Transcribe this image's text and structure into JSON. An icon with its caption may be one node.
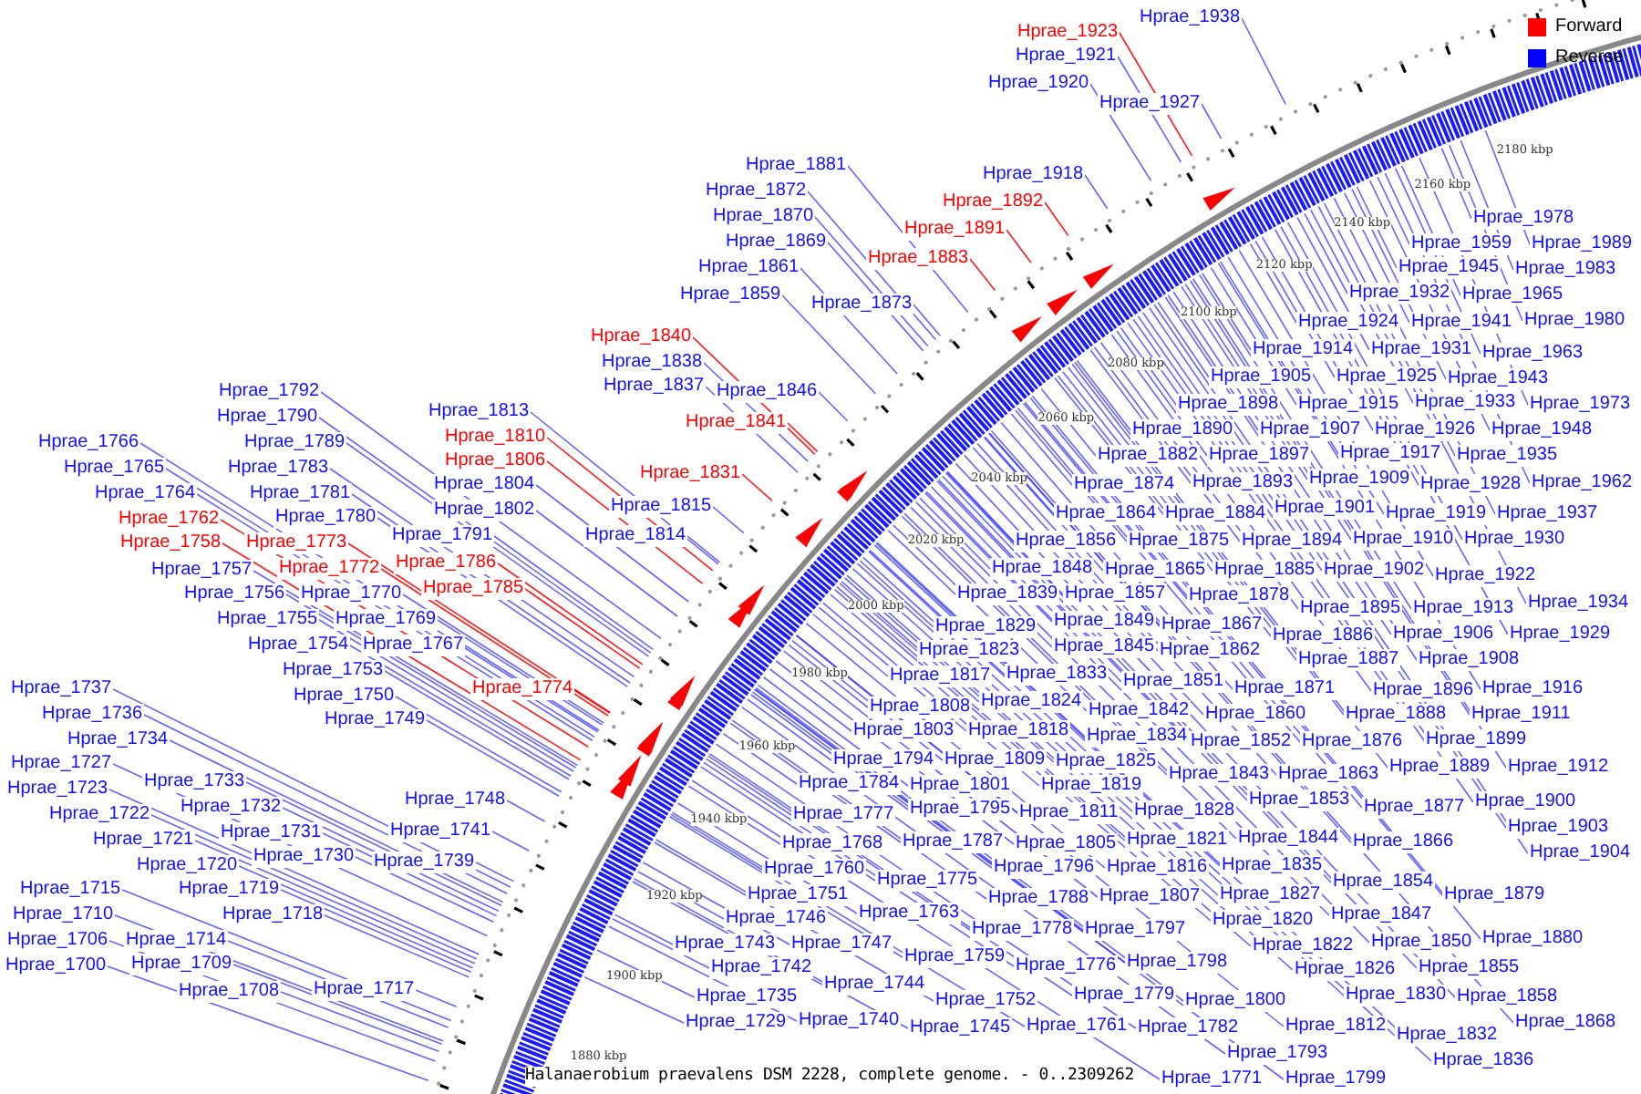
{
  "diagram": {
    "caption": "Halanaerobium praevalens DSM 2228, complete genome. - 0..2309262",
    "nodes": [
      {
        "text": [
          "Hprae_1923"
        ]
      },
      {
        "text": [
          "Hprae_1938"
        ]
      },
      {
        "text": [
          "Hprae_1921"
        ]
      },
      {
        "text": [
          "Hprae_1920"
        ]
      },
      {
        "text": [
          "Hprae_1927"
        ]
      },
      {
        "text": [
          "Hprae_1918"
        ]
      },
      {
        "text": [
          "Hprae_1881"
        ]
      },
      {
        "text": [
          "Hprae_1872"
        ]
      },
      {
        "text": [
          "Hprae_1892"
        ]
      },
      {
        "text": [
          "Hprae_1870"
        ]
      },
      {
        "text": [
          "Hprae_1891"
        ]
      },
      {
        "text": [
          "Hprae_1869"
        ]
      },
      {
        "text": [
          "Hprae_1883"
        ]
      },
      {
        "text": [
          "Hprae_1861"
        ]
      },
      {
        "text": [
          "Hprae_1859"
        ]
      },
      {
        "text": [
          "Hprae_1873"
        ]
      },
      {
        "text": [
          "Hprae_1840"
        ]
      },
      {
        "text": [
          "Hprae_1838"
        ]
      },
      {
        "text": [
          "Hprae_1837"
        ]
      },
      {
        "text": [
          "Hprae_1846"
        ]
      },
      {
        "text": [
          "Hprae_1841"
        ]
      },
      {
        "text": [
          "Hprae_1831"
        ]
      },
      {
        "text": [
          "Hprae_1815"
        ]
      },
      {
        "text": [
          "Hprae_1814"
        ]
      },
      {
        "text": [
          "Hprae_1792"
        ]
      },
      {
        "text": [
          "Hprae_1813"
        ]
      },
      {
        "text": [
          "Hprae_1790"
        ]
      },
      {
        "text": [
          "Hprae_1810"
        ]
      },
      {
        "text": [
          "Hprae_1789"
        ]
      },
      {
        "text": [
          "Hprae_1766"
        ]
      },
      {
        "text": [
          "Hprae_1806"
        ]
      },
      {
        "text": [
          "Hprae_1783"
        ]
      },
      {
        "text": [
          "Hprae_1765"
        ]
      },
      {
        "text": [
          "Hprae_1804"
        ]
      },
      {
        "text": [
          "Hprae_1781"
        ]
      },
      {
        "text": [
          "Hprae_1764"
        ]
      },
      {
        "text": [
          "Hprae_1802"
        ]
      },
      {
        "text": [
          "Hprae_1780"
        ]
      },
      {
        "text": [
          "Hprae_1762"
        ]
      },
      {
        "text": [
          "Hprae_1791"
        ]
      },
      {
        "text": [
          "Hprae_1758"
        ]
      },
      {
        "text": [
          "Hprae_1773"
        ]
      },
      {
        "text": [
          "Hprae_1786"
        ]
      },
      {
        "text": [
          "Hprae_1757"
        ]
      },
      {
        "text": [
          "Hprae_1772"
        ]
      },
      {
        "text": [
          "Hprae_1770"
        ]
      },
      {
        "text": [
          "Hprae_1756"
        ]
      },
      {
        "text": [
          "Hprae_1785"
        ]
      },
      {
        "text": [
          "Hprae_1755"
        ]
      },
      {
        "text": [
          "Hprae_1769"
        ]
      },
      {
        "text": [
          "Hprae_1754"
        ]
      },
      {
        "text": [
          "Hprae_1767"
        ]
      },
      {
        "text": [
          "Hprae_1753"
        ]
      },
      {
        "text": [
          "Hprae_1774"
        ]
      },
      {
        "text": [
          "Hprae_1750"
        ]
      },
      {
        "text": [
          "Hprae_1737"
        ]
      },
      {
        "text": [
          "Hprae_1736"
        ]
      },
      {
        "text": [
          "Hprae_1749"
        ]
      },
      {
        "text": [
          "Hprae_1734"
        ]
      },
      {
        "text": [
          "Hprae_1727"
        ]
      },
      {
        "text": [
          "Hprae_1733"
        ]
      },
      {
        "text": [
          "Hprae_1723"
        ]
      },
      {
        "text": [
          "Hprae_1748"
        ]
      },
      {
        "text": [
          "Hprae_1732"
        ]
      },
      {
        "text": [
          "Hprae_1722"
        ]
      },
      {
        "text": [
          "Hprae_1741"
        ]
      },
      {
        "text": [
          "Hprae_1731"
        ]
      },
      {
        "text": [
          "Hprae_1721"
        ]
      },
      {
        "text": [
          "Hprae_1730"
        ]
      },
      {
        "text": [
          "Hprae_1739"
        ]
      },
      {
        "text": [
          "Hprae_1720"
        ]
      },
      {
        "text": [
          "Hprae_1719"
        ]
      },
      {
        "text": [
          "Hprae_1715"
        ]
      },
      {
        "text": [
          "Hprae_1718"
        ]
      },
      {
        "text": [
          "Hprae_1710"
        ]
      },
      {
        "text": [
          "Hprae_1706"
        ]
      },
      {
        "text": [
          "Hprae_1714"
        ]
      },
      {
        "text": [
          "Hprae_1709"
        ]
      },
      {
        "text": [
          "Hprae_1700"
        ]
      },
      {
        "text": [
          "Hprae_1708"
        ]
      },
      {
        "text": [
          "Hprae_1717"
        ]
      },
      {
        "text": [
          "Hprae_1978"
        ]
      },
      {
        "text": [
          "Hprae_1959"
        ]
      },
      {
        "text": [
          "Hprae_1989"
        ]
      },
      {
        "text": [
          "Hprae_1945"
        ]
      },
      {
        "text": [
          "Hprae_1983"
        ]
      },
      {
        "text": [
          "Hprae_1932"
        ]
      },
      {
        "text": [
          "Hprae_1965"
        ]
      },
      {
        "text": [
          "Hprae_1924"
        ]
      },
      {
        "text": [
          "Hprae_1941"
        ]
      },
      {
        "text": [
          "Hprae_1980"
        ]
      },
      {
        "text": [
          "Hprae_1914"
        ]
      },
      {
        "text": [
          "Hprae_1931"
        ]
      },
      {
        "text": [
          "Hprae_1963"
        ]
      },
      {
        "text": [
          "Hprae_1905"
        ]
      },
      {
        "text": [
          "Hprae_1925"
        ]
      },
      {
        "text": [
          "Hprae_1943"
        ]
      },
      {
        "text": [
          "Hprae_1898"
        ]
      },
      {
        "text": [
          "Hprae_1915"
        ]
      },
      {
        "text": [
          "Hprae_1933"
        ]
      },
      {
        "text": [
          "Hprae_1973"
        ]
      },
      {
        "text": [
          "Hprae_1890"
        ]
      },
      {
        "text": [
          "Hprae_1907"
        ]
      },
      {
        "text": [
          "Hprae_1926"
        ]
      },
      {
        "text": [
          "Hprae_1948"
        ]
      },
      {
        "text": [
          "Hprae_1882"
        ]
      },
      {
        "text": [
          "Hprae_1897"
        ]
      },
      {
        "text": [
          "Hprae_1917"
        ]
      },
      {
        "text": [
          "Hprae_1935"
        ]
      },
      {
        "text": [
          "Hprae_1874"
        ]
      },
      {
        "text": [
          "Hprae_1893"
        ]
      },
      {
        "text": [
          "Hprae_1909"
        ]
      },
      {
        "text": [
          "Hprae_1928"
        ]
      },
      {
        "text": [
          "Hprae_1962"
        ]
      },
      {
        "text": [
          "Hprae_1864"
        ]
      },
      {
        "text": [
          "Hprae_1884"
        ]
      },
      {
        "text": [
          "Hprae_1901"
        ]
      },
      {
        "text": [
          "Hprae_1919"
        ]
      },
      {
        "text": [
          "Hprae_1937"
        ]
      },
      {
        "text": [
          "Hprae_1856"
        ]
      },
      {
        "text": [
          "Hprae_1875"
        ]
      },
      {
        "text": [
          "Hprae_1894"
        ]
      },
      {
        "text": [
          "Hprae_1910"
        ]
      },
      {
        "text": [
          "Hprae_1930"
        ]
      },
      {
        "text": [
          "Hprae_1848"
        ]
      },
      {
        "text": [
          "Hprae_1865"
        ]
      },
      {
        "text": [
          "Hprae_1885"
        ]
      },
      {
        "text": [
          "Hprae_1902"
        ]
      },
      {
        "text": [
          "Hprae_1922"
        ]
      },
      {
        "text": [
          "Hprae_1839"
        ]
      },
      {
        "text": [
          "Hprae_1857"
        ]
      },
      {
        "text": [
          "Hprae_1878"
        ]
      },
      {
        "text": [
          "Hprae_1895"
        ]
      },
      {
        "text": [
          "Hprae_1913"
        ]
      },
      {
        "text": [
          "Hprae_1934"
        ]
      },
      {
        "text": [
          "Hprae_1829"
        ]
      },
      {
        "text": [
          "Hprae_1849"
        ]
      },
      {
        "text": [
          "Hprae_1867"
        ]
      },
      {
        "text": [
          "Hprae_1886"
        ]
      },
      {
        "text": [
          "Hprae_1906"
        ]
      },
      {
        "text": [
          "Hprae_1929"
        ]
      },
      {
        "text": [
          "Hprae_1823"
        ]
      },
      {
        "text": [
          "Hprae_1845"
        ]
      },
      {
        "text": [
          "Hprae_1862"
        ]
      },
      {
        "text": [
          "Hprae_1887"
        ]
      },
      {
        "text": [
          "Hprae_1908"
        ]
      },
      {
        "text": [
          "Hprae_1817"
        ]
      },
      {
        "text": [
          "Hprae_1833"
        ]
      },
      {
        "text": [
          "Hprae_1851"
        ]
      },
      {
        "text": [
          "Hprae_1871"
        ]
      },
      {
        "text": [
          "Hprae_1896"
        ]
      },
      {
        "text": [
          "Hprae_1916"
        ]
      },
      {
        "text": [
          "Hprae_1808"
        ]
      },
      {
        "text": [
          "Hprae_1824"
        ]
      },
      {
        "text": [
          "Hprae_1842"
        ]
      },
      {
        "text": [
          "Hprae_1860"
        ]
      },
      {
        "text": [
          "Hprae_1888"
        ]
      },
      {
        "text": [
          "Hprae_1911"
        ]
      },
      {
        "text": [
          "Hprae_1803"
        ]
      },
      {
        "text": [
          "Hprae_1818"
        ]
      },
      {
        "text": [
          "Hprae_1834"
        ]
      },
      {
        "text": [
          "Hprae_1852"
        ]
      },
      {
        "text": [
          "Hprae_1876"
        ]
      },
      {
        "text": [
          "Hprae_1899"
        ]
      },
      {
        "text": [
          "Hprae_1794"
        ]
      },
      {
        "text": [
          "Hprae_1809"
        ]
      },
      {
        "text": [
          "Hprae_1825"
        ]
      },
      {
        "text": [
          "Hprae_1843"
        ]
      },
      {
        "text": [
          "Hprae_1863"
        ]
      },
      {
        "text": [
          "Hprae_1889"
        ]
      },
      {
        "text": [
          "Hprae_1912"
        ]
      },
      {
        "text": [
          "Hprae_1784"
        ]
      },
      {
        "text": [
          "Hprae_1801"
        ]
      },
      {
        "text": [
          "Hprae_1819"
        ]
      },
      {
        "text": [
          "Hprae_1853"
        ]
      },
      {
        "text": [
          "Hprae_1877"
        ]
      },
      {
        "text": [
          "Hprae_1900"
        ]
      },
      {
        "text": [
          "Hprae_1777"
        ]
      },
      {
        "text": [
          "Hprae_1795"
        ]
      },
      {
        "text": [
          "Hprae_1811"
        ]
      },
      {
        "text": [
          "Hprae_1828"
        ]
      },
      {
        "text": [
          "Hprae_1903"
        ]
      },
      {
        "text": [
          "Hprae_1768"
        ]
      },
      {
        "text": [
          "Hprae_1787"
        ]
      },
      {
        "text": [
          "Hprae_1805"
        ]
      },
      {
        "text": [
          "Hprae_1821"
        ]
      },
      {
        "text": [
          "Hprae_1844"
        ]
      },
      {
        "text": [
          "Hprae_1866"
        ]
      },
      {
        "text": [
          "Hprae_1904"
        ]
      },
      {
        "text": [
          "Hprae_1760"
        ]
      },
      {
        "text": [
          "Hprae_1775"
        ]
      },
      {
        "text": [
          "Hprae_1796"
        ]
      },
      {
        "text": [
          "Hprae_1816"
        ]
      },
      {
        "text": [
          "Hprae_1835"
        ]
      },
      {
        "text": [
          "Hprae_1854"
        ]
      },
      {
        "text": [
          "Hprae_1879"
        ]
      },
      {
        "text": [
          "Hprae_1751"
        ]
      },
      {
        "text": [
          "Hprae_1788"
        ]
      },
      {
        "text": [
          "Hprae_1807"
        ]
      },
      {
        "text": [
          "Hprae_1827"
        ]
      },
      {
        "text": [
          "Hprae_1746"
        ]
      },
      {
        "text": [
          "Hprae_1763"
        ]
      },
      {
        "text": [
          "Hprae_1778"
        ]
      },
      {
        "text": [
          "Hprae_1797"
        ]
      },
      {
        "text": [
          "Hprae_1820"
        ]
      },
      {
        "text": [
          "Hprae_1847"
        ]
      },
      {
        "text": [
          "Hprae_1880"
        ]
      },
      {
        "text": [
          "Hprae_1743"
        ]
      },
      {
        "text": [
          "Hprae_1747"
        ]
      },
      {
        "text": [
          "Hprae_1759"
        ]
      },
      {
        "text": [
          "Hprae_1776"
        ]
      },
      {
        "text": [
          "Hprae_1798"
        ]
      },
      {
        "text": [
          "Hprae_1822"
        ]
      },
      {
        "text": [
          "Hprae_1850"
        ]
      },
      {
        "text": [
          "Hprae_1742"
        ]
      },
      {
        "text": [
          "Hprae_1826"
        ]
      },
      {
        "text": [
          "Hprae_1855"
        ]
      },
      {
        "text": [
          "Hprae_1735"
        ]
      },
      {
        "text": [
          "Hprae_1744"
        ]
      },
      {
        "text": [
          "Hprae_1752"
        ]
      },
      {
        "text": [
          "Hprae_1779"
        ]
      },
      {
        "text": [
          "Hprae_1800"
        ]
      },
      {
        "text": [
          "Hprae_1830"
        ]
      },
      {
        "text": [
          "Hprae_1858"
        ]
      },
      {
        "text": [
          "Hprae_1729"
        ]
      },
      {
        "text": [
          "Hprae_1740"
        ]
      },
      {
        "text": [
          "Hprae_1745"
        ]
      },
      {
        "text": [
          "Hprae_1761"
        ]
      },
      {
        "text": [
          "Hprae_1782"
        ]
      },
      {
        "text": [
          "Hprae_1812"
        ]
      },
      {
        "text": [
          "Hprae_1832"
        ]
      },
      {
        "text": [
          "Hprae_1868"
        ]
      },
      {
        "text": [
          "Hprae_1793"
        ]
      },
      {
        "text": [
          "Hprae_1836"
        ]
      },
      {
        "text": [
          "Hprae_1771"
        ]
      },
      {
        "text": [
          "Hprae_1799"
        ]
      }
    ],
    "edges": [
      {
        "from": 0,
        "to": null,
        "arrow": "none",
        "color": "#ff0000"
      },
      {
        "from": 1,
        "to": null,
        "arrow": "none"
      },
      {
        "from": 2,
        "to": null,
        "arrow": "none"
      },
      {
        "from": 3,
        "to": null,
        "arrow": "none"
      },
      {
        "from": 4,
        "to": null,
        "arrow": "none"
      },
      {
        "from": 5,
        "to": null,
        "arrow": "none"
      },
      {
        "from": 6,
        "to": null,
        "arrow": "none"
      },
      {
        "from": 7,
        "to": null,
        "arrow": "none"
      },
      {
        "from": 8,
        "to": null,
        "arrow": "none",
        "color": "#ff0000"
      },
      {
        "from": 9,
        "to": null,
        "arrow": "none"
      },
      {
        "from": 10,
        "to": null,
        "arrow": "none",
        "color": "#ff0000"
      },
      {
        "from": 11,
        "to": null,
        "arrow": "none"
      },
      {
        "from": 12,
        "to": null,
        "arrow": "none",
        "color": "#ff0000"
      },
      {
        "from": 13,
        "to": null,
        "arrow": "none"
      },
      {
        "from": 14,
        "to": null,
        "arrow": "none"
      },
      {
        "from": 15,
        "to": null,
        "arrow": "none"
      },
      {
        "from": 16,
        "to": null,
        "arrow": "none",
        "color": "#ff0000"
      },
      {
        "from": 17,
        "to": null,
        "arrow": "none"
      },
      {
        "from": 18,
        "to": null,
        "arrow": "none"
      },
      {
        "from": 19,
        "to": null,
        "arrow": "none"
      },
      {
        "from": 20,
        "to": null,
        "arrow": "none",
        "color": "#ff0000"
      },
      {
        "from": 21,
        "to": null,
        "arrow": "none",
        "color": "#ff0000"
      },
      {
        "from": 22,
        "to": null,
        "arrow": "none"
      },
      {
        "from": 23,
        "to": null,
        "arrow": "none"
      },
      {
        "from": 24,
        "to": null,
        "arrow": "none"
      },
      {
        "from": 25,
        "to": null,
        "arrow": "none"
      },
      {
        "from": 26,
        "to": null,
        "arrow": "none"
      },
      {
        "from": 27,
        "to": null,
        "arrow": "none",
        "color": "#ff0000"
      },
      {
        "from": 28,
        "to": null,
        "arrow": "none"
      },
      {
        "from": 29,
        "to": null,
        "arrow": "none"
      },
      {
        "from": 30,
        "to": null,
        "arrow": "none",
        "color": "#ff0000"
      },
      {
        "from": 31,
        "to": null,
        "arrow": "none"
      },
      {
        "from": 32,
        "to": null,
        "arrow": "none"
      },
      {
        "from": 33,
        "to": null,
        "arrow": "none"
      },
      {
        "from": 34,
        "to": null,
        "arrow": "none"
      },
      {
        "from": 35,
        "to": null,
        "arrow": "none"
      },
      {
        "from": 36,
        "to": null,
        "arrow": "none"
      },
      {
        "from": 37,
        "to": null,
        "arrow": "none"
      },
      {
        "from": 38,
        "to": null,
        "arrow": "none",
        "color": "#ff0000"
      },
      {
        "from": 39,
        "to": null,
        "arrow": "none"
      },
      {
        "from": 40,
        "to": null,
        "arrow": "none",
        "color": "#ff0000"
      },
      {
        "from": 41,
        "to": null,
        "arrow": "none",
        "color": "#ff0000"
      },
      {
        "from": 42,
        "to": null,
        "arrow": "none",
        "color": "#ff0000"
      },
      {
        "from": 43,
        "to": null,
        "arrow": "none"
      },
      {
        "from": 44,
        "to": null,
        "arrow": "none",
        "color": "#ff0000"
      },
      {
        "from": 45,
        "to": null,
        "arrow": "none"
      },
      {
        "from": 46,
        "to": null,
        "arrow": "none"
      },
      {
        "from": 47,
        "to": null,
        "arrow": "none",
        "color": "#ff0000"
      },
      {
        "from": 48,
        "to": null,
        "arrow": "none"
      },
      {
        "from": 49,
        "to": null,
        "arrow": "none"
      },
      {
        "from": 50,
        "to": null,
        "arrow": "none"
      },
      {
        "from": 51,
        "to": null,
        "arrow": "none"
      },
      {
        "from": 52,
        "to": null,
        "arrow": "none"
      },
      {
        "from": 53,
        "to": null,
        "arrow": "none",
        "color": "#ff0000"
      },
      {
        "from": 54,
        "to": null,
        "arrow": "none"
      },
      {
        "from": 55,
        "to": null,
        "arrow": "none"
      },
      {
        "from": 56,
        "to": null,
        "arrow": "none"
      },
      {
        "from": 57,
        "to": null,
        "arrow": "none"
      },
      {
        "from": 58,
        "to": null,
        "arrow": "none"
      },
      {
        "from": 59,
        "to": null,
        "arrow": "none"
      },
      {
        "from": 60,
        "to": null,
        "arrow": "none"
      },
      {
        "from": 61,
        "to": null,
        "arrow": "none"
      },
      {
        "from": 62,
        "to": null,
        "arrow": "none"
      },
      {
        "from": 63,
        "to": null,
        "arrow": "none"
      },
      {
        "from": 64,
        "to": null,
        "arrow": "none"
      },
      {
        "from": 65,
        "to": null,
        "arrow": "none"
      },
      {
        "from": 66,
        "to": null,
        "arrow": "none"
      },
      {
        "from": 67,
        "to": null,
        "arrow": "none"
      },
      {
        "from": 68,
        "to": null,
        "arrow": "none"
      },
      {
        "from": 69,
        "to": null,
        "arrow": "none"
      },
      {
        "from": 70,
        "to": null,
        "arrow": "none"
      },
      {
        "from": 71,
        "to": null,
        "arrow": "none"
      },
      {
        "from": 72,
        "to": null,
        "arrow": "none"
      },
      {
        "from": 73,
        "to": null,
        "arrow": "none"
      },
      {
        "from": 74,
        "to": null,
        "arrow": "none"
      },
      {
        "from": 75,
        "to": null,
        "arrow": "none"
      },
      {
        "from": 76,
        "to": null,
        "arrow": "none"
      },
      {
        "from": 77,
        "to": null,
        "arrow": "none"
      },
      {
        "from": 78,
        "to": null,
        "arrow": "none"
      },
      {
        "from": 79,
        "to": null,
        "arrow": "none"
      },
      {
        "from": 80,
        "to": null,
        "arrow": "none"
      },
      {
        "from": 81,
        "to": null,
        "arrow": "none"
      },
      {
        "from": 82,
        "to": null,
        "arrow": "none"
      },
      {
        "from": 83,
        "to": null,
        "arrow": "none"
      },
      {
        "from": 84,
        "to": null,
        "arrow": "none"
      },
      {
        "from": 85,
        "to": null,
        "arrow": "none"
      },
      {
        "from": 86,
        "to": null,
        "arrow": "none"
      },
      {
        "from": 87,
        "to": null,
        "arrow": "none"
      },
      {
        "from": 88,
        "to": null,
        "arrow": "none"
      },
      {
        "from": 89,
        "to": null,
        "arrow": "none"
      },
      {
        "from": 90,
        "to": null,
        "arrow": "none"
      },
      {
        "from": 91,
        "to": null,
        "arrow": "none"
      },
      {
        "from": 92,
        "to": null,
        "arrow": "none"
      },
      {
        "from": 93,
        "to": null,
        "arrow": "none"
      },
      {
        "from": 94,
        "to": null,
        "arrow": "none"
      },
      {
        "from": 95,
        "to": null,
        "arrow": "none"
      },
      {
        "from": 96,
        "to": null,
        "arrow": "none"
      },
      {
        "from": 97,
        "to": null,
        "arrow": "none"
      },
      {
        "from": 98,
        "to": null,
        "arrow": "none"
      },
      {
        "from": 99,
        "to": null,
        "arrow": "none"
      },
      {
        "from": 100,
        "to": null,
        "arrow": "none"
      },
      {
        "from": 101,
        "to": null,
        "arrow": "none"
      },
      {
        "from": 102,
        "to": null,
        "arrow": "none"
      },
      {
        "from": 103,
        "to": null,
        "arrow": "none"
      },
      {
        "from": 104,
        "to": null,
        "arrow": "none"
      },
      {
        "from": 105,
        "to": null,
        "arrow": "none"
      },
      {
        "from": 106,
        "to": null,
        "arrow": "none"
      },
      {
        "from": 107,
        "to": null,
        "arrow": "none"
      },
      {
        "from": 108,
        "to": null,
        "arrow": "none"
      },
      {
        "from": 109,
        "to": null,
        "arrow": "none"
      },
      {
        "from": 110,
        "to": null,
        "arrow": "none"
      },
      {
        "from": 111,
        "to": null,
        "arrow": "none"
      },
      {
        "from": 112,
        "to": null,
        "arrow": "none"
      },
      {
        "from": 113,
        "to": null,
        "arrow": "none"
      },
      {
        "from": 114,
        "to": null,
        "arrow": "none"
      },
      {
        "from": 115,
        "to": null,
        "arrow": "none"
      },
      {
        "from": 116,
        "to": null,
        "arrow": "none"
      },
      {
        "from": 117,
        "to": null,
        "arrow": "none"
      },
      {
        "from": 118,
        "to": null,
        "arrow": "none"
      },
      {
        "from": 119,
        "to": null,
        "arrow": "none"
      },
      {
        "from": 120,
        "to": null,
        "arrow": "none"
      },
      {
        "from": 121,
        "to": null,
        "arrow": "none"
      },
      {
        "from": 122,
        "to": null,
        "arrow": "none"
      },
      {
        "from": 123,
        "to": null,
        "arrow": "none"
      },
      {
        "from": 124,
        "to": null,
        "arrow": "none"
      },
      {
        "from": 125,
        "to": null,
        "arrow": "none"
      },
      {
        "from": 126,
        "to": null,
        "arrow": "none"
      },
      {
        "from": 127,
        "to": null,
        "arrow": "none"
      },
      {
        "from": 128,
        "to": null,
        "arrow": "none"
      },
      {
        "from": 129,
        "to": null,
        "arrow": "none"
      },
      {
        "from": 130,
        "to": null,
        "arrow": "none"
      },
      {
        "from": 131,
        "to": null,
        "arrow": "none"
      },
      {
        "from": 132,
        "to": null,
        "arrow": "none"
      },
      {
        "from": 133,
        "to": null,
        "arrow": "none"
      },
      {
        "from": 134,
        "to": null,
        "arrow": "none"
      },
      {
        "from": 135,
        "to": null,
        "arrow": "none"
      },
      {
        "from": 136,
        "to": null,
        "arrow": "none"
      },
      {
        "from": 137,
        "to": null,
        "arrow": "none"
      },
      {
        "from": 138,
        "to": null,
        "arrow": "none"
      },
      {
        "from": 139,
        "to": null,
        "arrow": "none"
      },
      {
        "from": 140,
        "to": null,
        "arrow": "none"
      },
      {
        "from": 141,
        "to": null,
        "arrow": "none"
      },
      {
        "from": 142,
        "to": null,
        "arrow": "none"
      },
      {
        "from": 143,
        "to": null,
        "arrow": "none"
      },
      {
        "from": 144,
        "to": null,
        "arrow": "none"
      },
      {
        "from": 145,
        "to": null,
        "arrow": "none"
      },
      {
        "from": 146,
        "to": null,
        "arrow": "none"
      },
      {
        "from": 147,
        "to": null,
        "arrow": "none"
      },
      {
        "from": 148,
        "to": null,
        "arrow": "none"
      },
      {
        "from": 149,
        "to": null,
        "arrow": "none"
      },
      {
        "from": 150,
        "to": null,
        "arrow": "none"
      },
      {
        "from": 151,
        "to": null,
        "arrow": "none"
      },
      {
        "from": 152,
        "to": null,
        "arrow": "none"
      },
      {
        "from": 153,
        "to": null,
        "arrow": "none"
      },
      {
        "from": 154,
        "to": null,
        "arrow": "none"
      },
      {
        "from": 155,
        "to": null,
        "arrow": "none"
      },
      {
        "from": 156,
        "to": null,
        "arrow": "none"
      },
      {
        "from": 157,
        "to": null,
        "arrow": "none"
      },
      {
        "from": 158,
        "to": null,
        "arrow": "none"
      },
      {
        "from": 159,
        "to": null,
        "arrow": "none"
      },
      {
        "from": 160,
        "to": null,
        "arrow": "none"
      },
      {
        "from": 161,
        "to": null,
        "arrow": "none"
      },
      {
        "from": 162,
        "to": null,
        "arrow": "none"
      },
      {
        "from": 163,
        "to": null,
        "arrow": "none"
      },
      {
        "from": 164,
        "to": null,
        "arrow": "none"
      },
      {
        "from": 165,
        "to": null,
        "arrow": "none"
      },
      {
        "from": 166,
        "to": null,
        "arrow": "none"
      },
      {
        "from": 167,
        "to": null,
        "arrow": "none"
      },
      {
        "from": 168,
        "to": null,
        "arrow": "none"
      },
      {
        "from": 169,
        "to": null,
        "arrow": "none"
      },
      {
        "from": 170,
        "to": null,
        "arrow": "none"
      },
      {
        "from": 171,
        "to": null,
        "arrow": "none"
      },
      {
        "from": 172,
        "to": null,
        "arrow": "none"
      },
      {
        "from": 173,
        "to": null,
        "arrow": "none"
      },
      {
        "from": 174,
        "to": null,
        "arrow": "none"
      },
      {
        "from": 175,
        "to": null,
        "arrow": "none"
      },
      {
        "from": 176,
        "to": null,
        "arrow": "none"
      },
      {
        "from": 177,
        "to": null,
        "arrow": "none"
      },
      {
        "from": 178,
        "to": null,
        "arrow": "none"
      },
      {
        "from": 179,
        "to": null,
        "arrow": "none"
      },
      {
        "from": 180,
        "to": null,
        "arrow": "none"
      },
      {
        "from": 181,
        "to": null,
        "arrow": "none"
      },
      {
        "from": 182,
        "to": null,
        "arrow": "none"
      },
      {
        "from": 183,
        "to": null,
        "arrow": "none"
      },
      {
        "from": 184,
        "to": null,
        "arrow": "none"
      },
      {
        "from": 185,
        "to": null,
        "arrow": "none"
      },
      {
        "from": 186,
        "to": null,
        "arrow": "none"
      },
      {
        "from": 187,
        "to": null,
        "arrow": "none"
      },
      {
        "from": 188,
        "to": null,
        "arrow": "none"
      },
      {
        "from": 189,
        "to": null,
        "arrow": "none"
      },
      {
        "from": 190,
        "to": null,
        "arrow": "none"
      },
      {
        "from": 191,
        "to": null,
        "arrow": "none"
      },
      {
        "from": 192,
        "to": null,
        "arrow": "none"
      },
      {
        "from": 193,
        "to": null,
        "arrow": "none"
      },
      {
        "from": 194,
        "to": null,
        "arrow": "none"
      },
      {
        "from": 195,
        "to": null,
        "arrow": "none"
      },
      {
        "from": 196,
        "to": null,
        "arrow": "none"
      },
      {
        "from": 197,
        "to": null,
        "arrow": "none"
      },
      {
        "from": 198,
        "to": null,
        "arrow": "none"
      },
      {
        "from": 199,
        "to": null,
        "arrow": "none"
      },
      {
        "from": 200,
        "to": null,
        "arrow": "none"
      },
      {
        "from": 201,
        "to": null,
        "arrow": "none"
      },
      {
        "from": 202,
        "to": null,
        "arrow": "none"
      },
      {
        "from": 203,
        "to": null,
        "arrow": "none"
      },
      {
        "from": 204,
        "to": null,
        "arrow": "none"
      },
      {
        "from": 205,
        "to": null,
        "arrow": "none"
      },
      {
        "from": 206,
        "to": null,
        "arrow": "none"
      },
      {
        "from": 207,
        "to": null,
        "arrow": "none"
      },
      {
        "from": 208,
        "to": null,
        "arrow": "none"
      },
      {
        "from": 209,
        "to": null,
        "arrow": "none"
      },
      {
        "from": 210,
        "to": null,
        "arrow": "none"
      },
      {
        "from": 211,
        "to": null,
        "arrow": "none"
      },
      {
        "from": 212,
        "to": null,
        "arrow": "none"
      },
      {
        "from": 213,
        "to": null,
        "arrow": "none"
      },
      {
        "from": 214,
        "to": null,
        "arrow": "none"
      },
      {
        "from": 215,
        "to": null,
        "arrow": "none"
      },
      {
        "from": 216,
        "to": null,
        "arrow": "none"
      },
      {
        "from": 217,
        "to": null,
        "arrow": "none"
      },
      {
        "from": 218,
        "to": null,
        "arrow": "none"
      },
      {
        "from": 219,
        "to": null,
        "arrow": "none"
      },
      {
        "from": 220,
        "to": null,
        "arrow": "none"
      },
      {
        "from": 221,
        "to": null,
        "arrow": "none"
      },
      {
        "from": 222,
        "to": null,
        "arrow": "none"
      },
      {
        "from": 223,
        "to": null,
        "arrow": "none"
      },
      {
        "from": 224,
        "to": null,
        "arrow": "none"
      },
      {
        "from": 225,
        "to": null,
        "arrow": "none"
      },
      {
        "from": 226,
        "to": null,
        "arrow": "none"
      },
      {
        "from": 227,
        "to": null,
        "arrow": "none"
      },
      {
        "from": 228,
        "to": null,
        "arrow": "none"
      },
      {
        "from": 229,
        "to": null,
        "arrow": "none"
      },
      {
        "from": 230,
        "to": null,
        "arrow": "none"
      },
      {
        "from": 231,
        "to": null,
        "arrow": "none"
      },
      {
        "from": 232,
        "to": null,
        "arrow": "none"
      },
      {
        "from": 233,
        "to": null,
        "arrow": "none"
      },
      {
        "from": 234,
        "to": null,
        "arrow": "none"
      },
      {
        "from": 235,
        "to": null,
        "arrow": "none"
      }
    ],
    "labels": [
      "1880 kbp",
      "1900 kbp",
      "1920 kbp",
      "1940 kbp",
      "1960 kbp",
      "1980 kbp",
      "2000 kbp",
      "2020 kbp",
      "2040 kbp",
      "2060 kbp",
      "2080 kbp",
      "2100 kbp",
      "2120 kbp",
      "2140 kbp",
      "2160 kbp",
      "2180 kbp"
    ],
    "legend": [
      {
        "text": "Forward",
        "color": "#ff0000"
      },
      {
        "text": "Reverse",
        "color": "#0000ff"
      }
    ]
  }
}
